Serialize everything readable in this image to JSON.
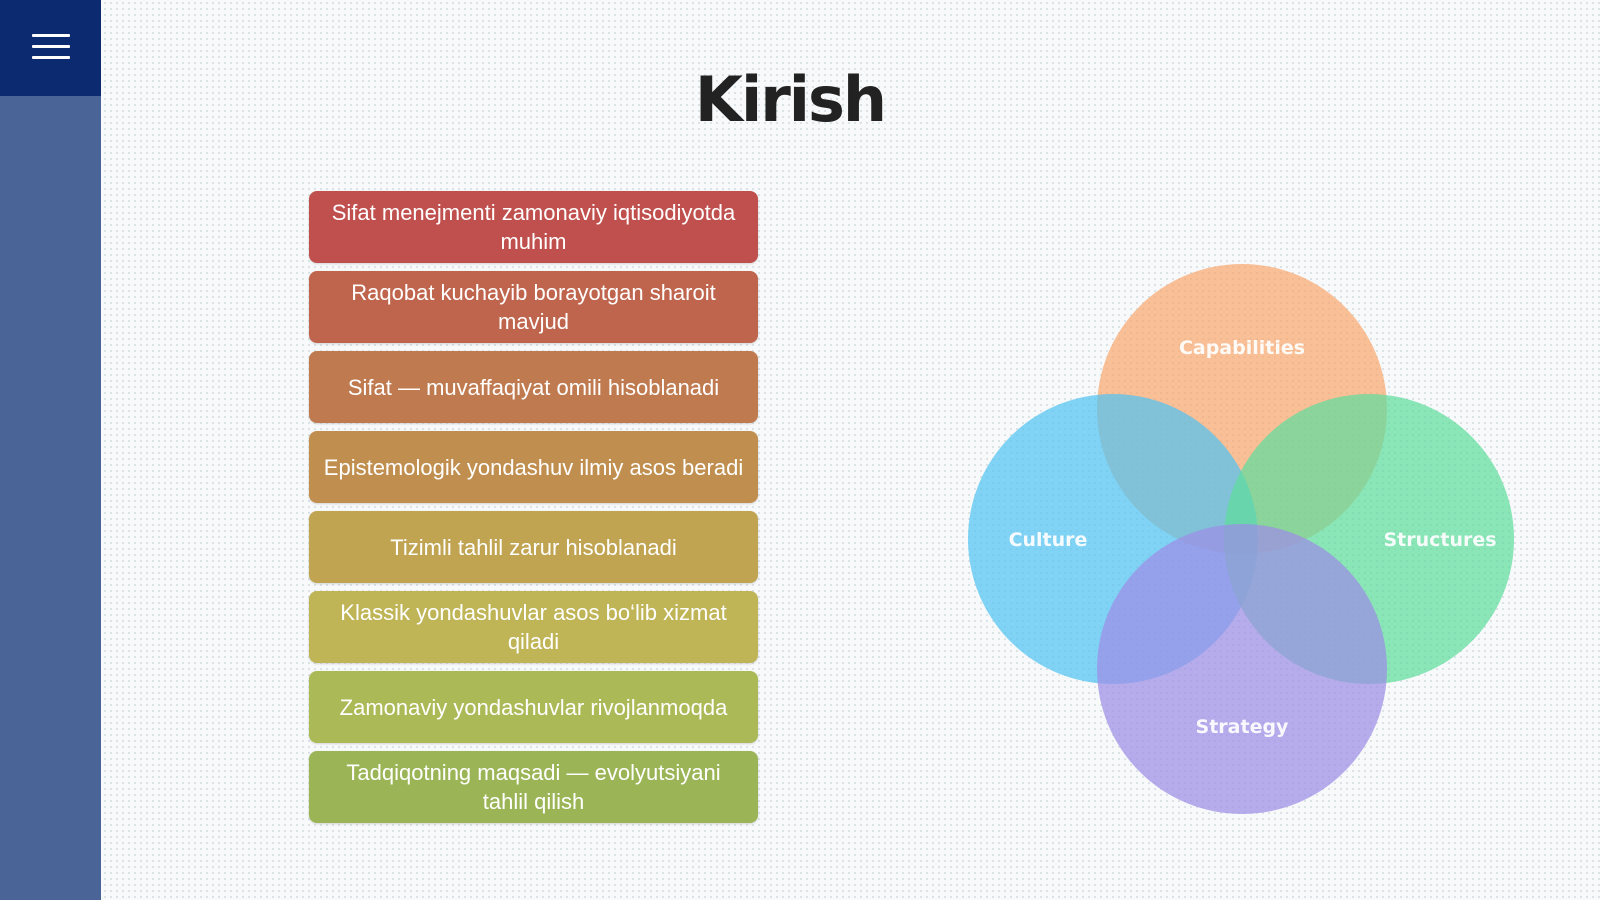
{
  "sidebar": {
    "menu_icon": "hamburger-menu-icon"
  },
  "title": "Kirish",
  "points": [
    {
      "text": "Sifat menejmenti zamonaviy iqtisodiyotda muhim",
      "color": "#c0504d"
    },
    {
      "text": "Raqobat kuchayib borayotgan sharoit mavjud",
      "color": "#c0654d"
    },
    {
      "text": "Sifat — muvaffaqiyat omili hisoblanadi",
      "color": "#c07a4f"
    },
    {
      "text": "Epistemologik yondashuv ilmiy asos beradi",
      "color": "#c08f4f"
    },
    {
      "text": "Tizimli tahlil zarur hisoblanadi",
      "color": "#c0a451"
    },
    {
      "text": "Klassik yondashuvlar asos bo‘lib xizmat qiladi",
      "color": "#bfb456"
    },
    {
      "text": "Zamonaviy yondashuvlar rivojlanmoqda",
      "color": "#abba56"
    },
    {
      "text": "Tadqiqotning maqsadi — evolyutsiyani tahlil qilish",
      "color": "#9bb556"
    }
  ],
  "venn": {
    "capabilities": {
      "label": "Capabilities",
      "color": "#f9a86f"
    },
    "culture": {
      "label": "Culture",
      "color": "#52c3f1"
    },
    "structures": {
      "label": "Structures",
      "color": "#5fdc9c"
    },
    "strategy": {
      "label": "Strategy",
      "color": "#9d8ee6"
    }
  }
}
